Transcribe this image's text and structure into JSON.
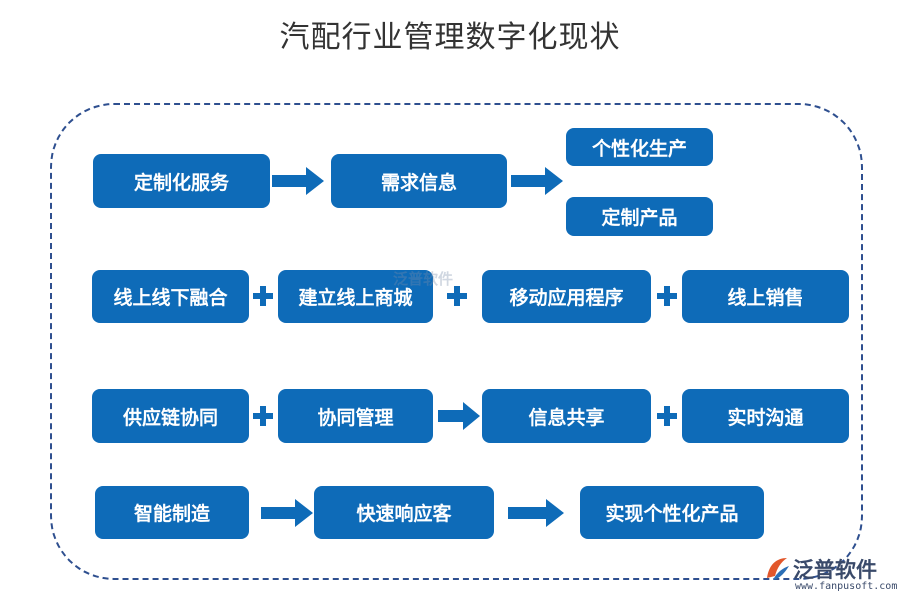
{
  "title": "汽配行业管理数字化现状",
  "rows": [
    {
      "boxes": [
        "定制化服务",
        "需求信息"
      ],
      "outputs": [
        "个性化生产",
        "定制产品"
      ]
    },
    {
      "boxes": [
        "线上线下融合",
        "建立线上商城",
        "移动应用程序",
        "线上销售"
      ]
    },
    {
      "boxes": [
        "供应链协同",
        "协同管理",
        "信息共享",
        "实时沟通"
      ]
    },
    {
      "boxes": [
        "智能制造",
        "快速响应客",
        "实现个性化产品"
      ]
    }
  ],
  "watermark": "泛普软件",
  "logo": {
    "name": "泛普软件",
    "url": "www.fanpusoft.com"
  },
  "colors": {
    "box": "#0e6bb8",
    "frame": "#2e4f8f",
    "title": "#333333"
  }
}
